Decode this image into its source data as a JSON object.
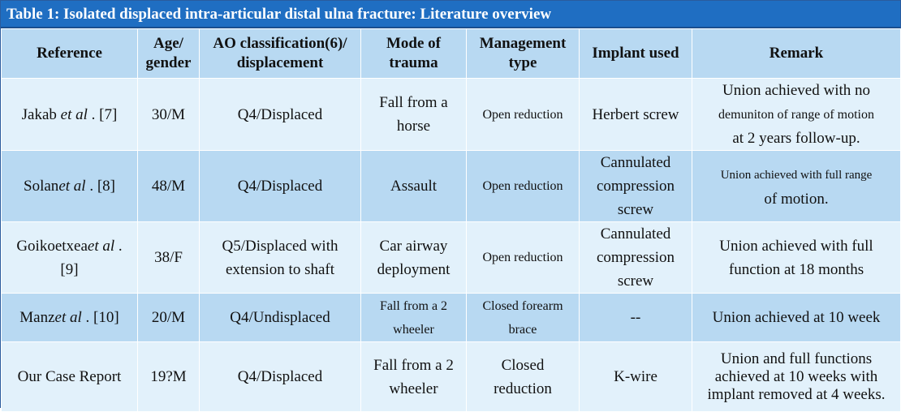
{
  "table": {
    "title": "Table 1: Isolated displaced intra-articular distal ulna fracture: Literature overview",
    "headers": [
      [
        "Reference"
      ],
      [
        "Age/",
        "gender"
      ],
      [
        "AO classification(6)/",
        "displacement"
      ],
      [
        "Mode of",
        "trauma"
      ],
      [
        "Management",
        "type"
      ],
      [
        "Implant used"
      ],
      [
        "Remark"
      ]
    ],
    "rows": [
      {
        "reference": {
          "name": "Jakab ",
          "etal": "et al",
          "cite": " . [7]"
        },
        "age_gender": "30/M",
        "ao": [
          "Q4/Displaced"
        ],
        "trauma": [
          "Fall from a",
          "horse"
        ],
        "management": [
          "Open reduction"
        ],
        "implant": [
          "Herbert screw"
        ],
        "remark": [
          "Union achieved with no",
          "demuniton of range of motion",
          "at 2 years follow-up."
        ]
      },
      {
        "reference": {
          "name": "Solan",
          "etal": "et al",
          "cite": " . [8]"
        },
        "age_gender": "48/M",
        "ao": [
          "Q4/Displaced"
        ],
        "trauma": [
          "Assault"
        ],
        "management": [
          "Open reduction"
        ],
        "implant": [
          "Cannulated",
          "compression",
          "screw"
        ],
        "remark": [
          "Union achieved with full range",
          "of motion."
        ]
      },
      {
        "reference": {
          "name": "Goikoetxea",
          "etal": "et al",
          "cite": " .",
          "cite2": "[9]"
        },
        "age_gender": "38/F",
        "ao": [
          "Q5/Displaced with",
          "extension to shaft"
        ],
        "trauma": [
          "Car airway",
          "deployment"
        ],
        "management": [
          "Open reduction"
        ],
        "implant": [
          "Cannulated",
          "compression",
          "screw"
        ],
        "remark": [
          "Union achieved with full",
          "function at 18 months"
        ]
      },
      {
        "reference": {
          "name": "Manz",
          "etal": "et al",
          "cite": " . [10]"
        },
        "age_gender": "20/M",
        "ao": [
          "Q4/Undisplaced"
        ],
        "trauma": [
          "Fall from a 2",
          "wheeler"
        ],
        "management": [
          "Closed forearm",
          "brace"
        ],
        "implant": [
          "--"
        ],
        "remark": [
          "Union achieved at 10 week"
        ]
      },
      {
        "reference": {
          "name": "Our Case Report",
          "etal": "",
          "cite": ""
        },
        "age_gender": "19?M",
        "ao": [
          "Q4/Displaced"
        ],
        "trauma": [
          "Fall from a 2",
          "wheeler"
        ],
        "management": [
          "Closed",
          "reduction"
        ],
        "implant": [
          "K-wire"
        ],
        "remark": [
          "Union and full functions",
          "achieved at 10 weeks with",
          "implant removed at 4 weeks."
        ]
      }
    ]
  }
}
